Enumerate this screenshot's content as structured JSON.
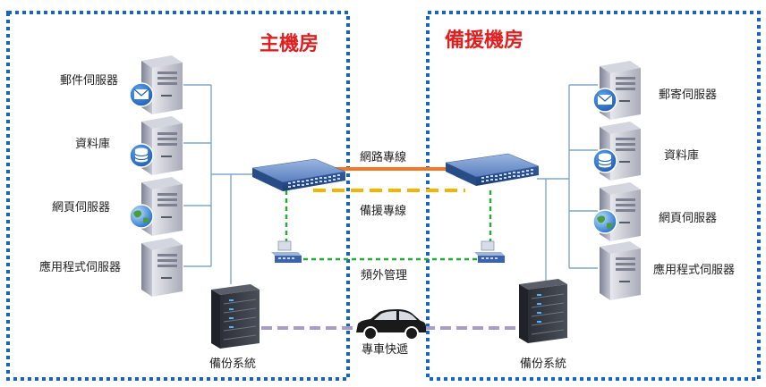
{
  "rooms": {
    "primary": {
      "title": "主機房"
    },
    "backup": {
      "title": "備援機房"
    }
  },
  "primary_servers": [
    {
      "label": "郵件伺服器",
      "icon": "mail-icon"
    },
    {
      "label": "資料庫",
      "icon": "database-icon"
    },
    {
      "label": "網頁伺服器",
      "icon": "globe-icon"
    },
    {
      "label": "應用程式伺服器",
      "icon": ""
    }
  ],
  "backup_servers": [
    {
      "label": "郵寄伺服器",
      "icon": "mail-icon"
    },
    {
      "label": "資料庫",
      "icon": "database-icon"
    },
    {
      "label": "網頁伺服器",
      "icon": "globe-icon"
    },
    {
      "label": "應用程式伺服器",
      "icon": ""
    }
  ],
  "links": {
    "network": "網路專線",
    "backup": "備援專線",
    "oob": "頻外管理",
    "courier": "專車快遞"
  },
  "backup_systems": {
    "primary": "備份系統",
    "backup": "備份系統"
  },
  "colors": {
    "border_blue": "#1565c0",
    "title_red": "#e02020",
    "network_line": "#f07828",
    "backup_line": "#f4b400",
    "oob_line": "#22aa33",
    "courier_line": "#a89cc8",
    "trunk_line": "#7fa7c9"
  }
}
